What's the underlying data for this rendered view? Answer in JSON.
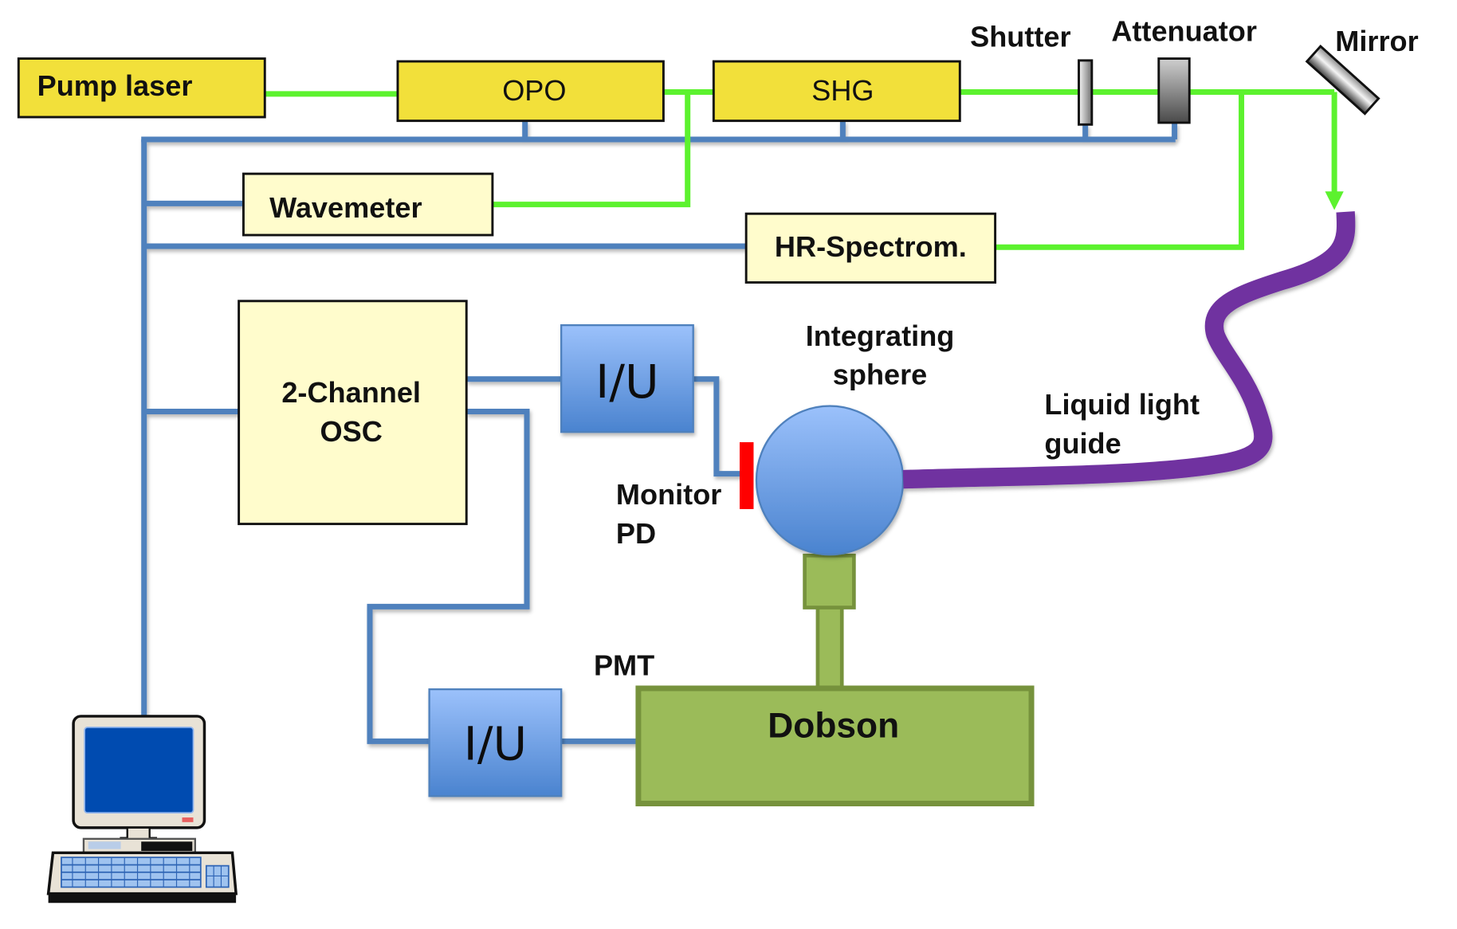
{
  "diagram": {
    "title": "Optical measurement setup block diagram",
    "colors": {
      "control_line": "#4f81bd",
      "beam_line": "#5cf22e",
      "light_guide": "#7030a0",
      "laser_box": "#f2e03a",
      "instrument_box": "#fffccc",
      "converter_box": "#5b8fd9",
      "dobson_box": "#9bbb59",
      "monitor_pd": "#ff0000"
    },
    "components": {
      "pump_laser": "Pump laser",
      "opo": "OPO",
      "shg": "SHG",
      "shutter": "Shutter",
      "attenuator": "Attenuator",
      "mirror": "Mirror",
      "wavemeter": "Wavemeter",
      "hr_spectrometer": "HR-Spectrom.",
      "oscilloscope_line1": "2-Channel",
      "oscilloscope_line2": "OSC",
      "iu_converter_top": "I/U",
      "iu_converter_bottom": "I/U",
      "integrating_sphere_line1": "Integrating",
      "integrating_sphere_line2": "sphere",
      "liquid_light_guide_line1": "Liquid light",
      "liquid_light_guide_line2": "guide",
      "monitor_pd_line1": "Monitor",
      "monitor_pd_line2": "PD",
      "pmt": "PMT",
      "dobson": "Dobson",
      "computer": "computer-icon"
    }
  }
}
